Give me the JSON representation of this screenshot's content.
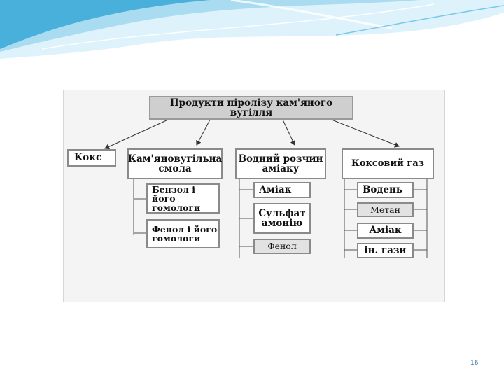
{
  "slide": {
    "page_number": "16",
    "accent_colors": {
      "wave_light": "#d8f0fb",
      "wave_mid": "#8fd0ec",
      "wave_dark": "#2e9fd0"
    }
  },
  "diagram": {
    "title": "Продукти піролізу кам'яного вугілля",
    "categories": [
      {
        "label": "Кокс",
        "items": []
      },
      {
        "label": "Кам'яновугільна смола",
        "items": [
          "Бензол і його гомологи",
          "Фенол і його гомологи"
        ]
      },
      {
        "label": "Водний розчин аміаку",
        "items": [
          "Аміак",
          "Сульфат амонію",
          "Фенол"
        ]
      },
      {
        "label": "Коксовий газ",
        "items": [
          "Водень",
          "Метан",
          "Аміак",
          "ін. гази"
        ]
      }
    ]
  }
}
